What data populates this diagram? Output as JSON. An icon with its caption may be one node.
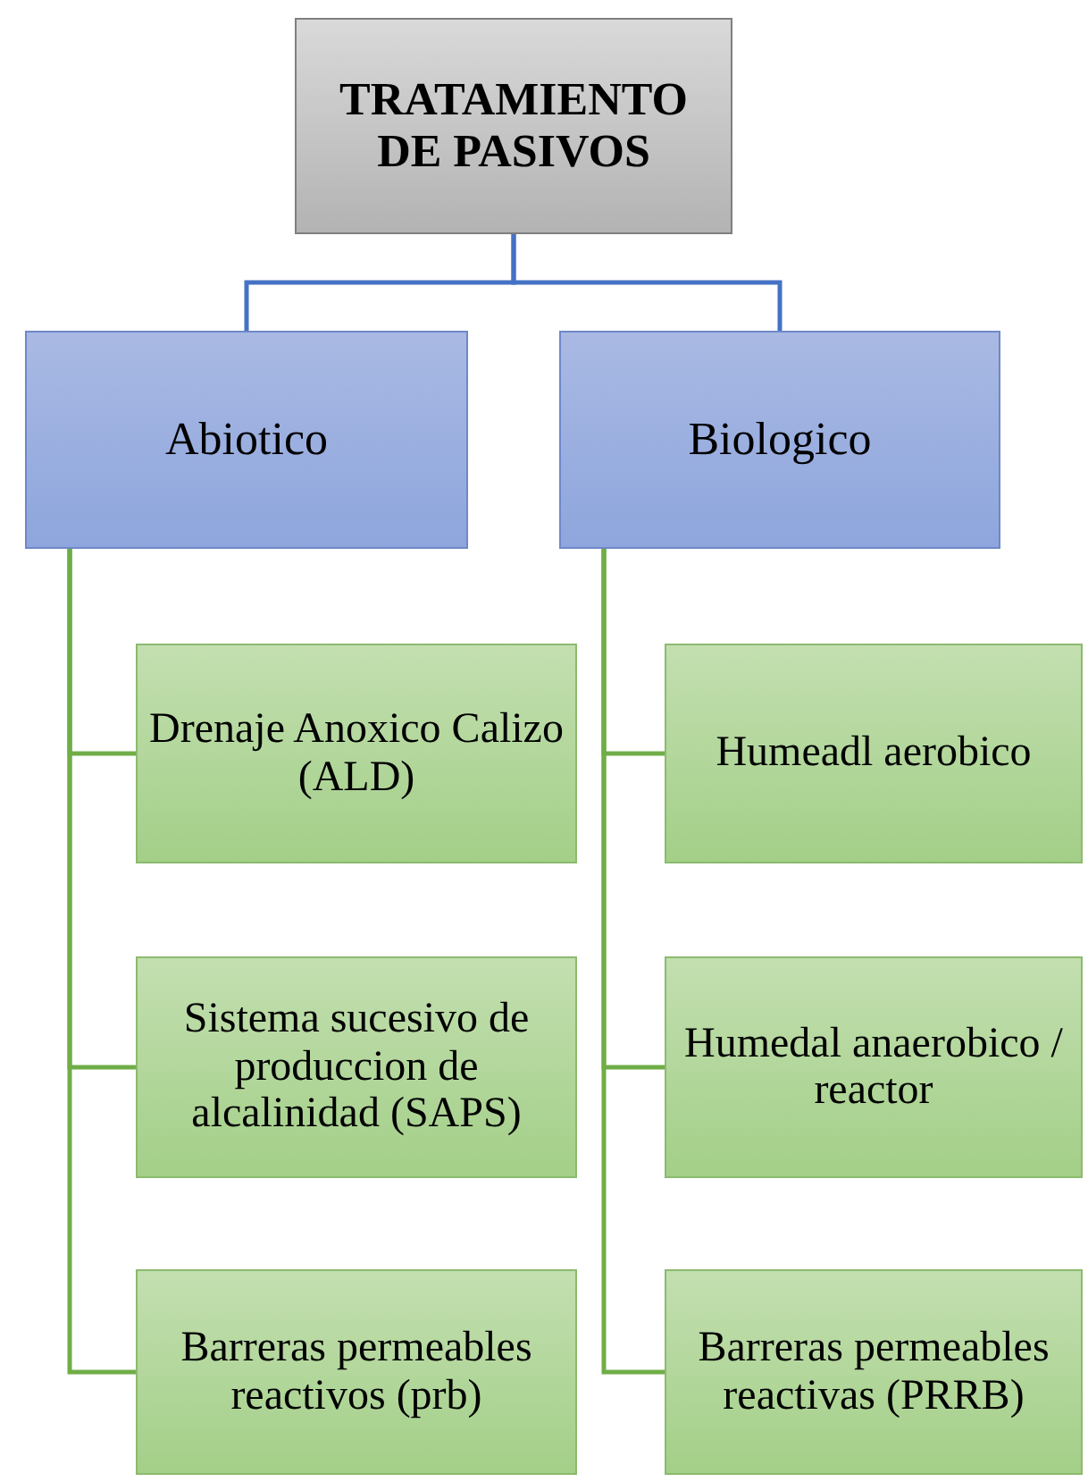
{
  "diagram": {
    "nodes": [
      {
        "text": [
          "TRATAMIENTO DE PASIVOS"
        ]
      },
      {
        "text": [
          "Abiotico"
        ]
      },
      {
        "text": [
          "Biologico"
        ]
      },
      {
        "text": [
          "Drenaje Anoxico Calizo (ALD)"
        ]
      },
      {
        "text": [
          "Sistema sucesivo de produccion de alcalinidad (SAPS)"
        ]
      },
      {
        "text": [
          "Barreras permeables reactivos (prb)"
        ]
      },
      {
        "text": [
          "Humeadl aerobico"
        ]
      },
      {
        "text": [
          "Humedal anaerobico / reactor"
        ]
      },
      {
        "text": [
          "Barreras permeables reactivas (PRRB)"
        ]
      }
    ],
    "edges": [
      {
        "from": 0,
        "to": 1,
        "arrow": "none",
        "color": "#4472c4"
      },
      {
        "from": 0,
        "to": 2,
        "arrow": "none",
        "color": "#4472c4"
      },
      {
        "from": 1,
        "to": 3,
        "arrow": "none"
      },
      {
        "from": 1,
        "to": 4,
        "arrow": "none"
      },
      {
        "from": 1,
        "to": 5,
        "arrow": "none"
      },
      {
        "from": 2,
        "to": 6,
        "arrow": "none"
      },
      {
        "from": 2,
        "to": 7,
        "arrow": "none"
      },
      {
        "from": 2,
        "to": 8,
        "arrow": "none"
      }
    ]
  }
}
